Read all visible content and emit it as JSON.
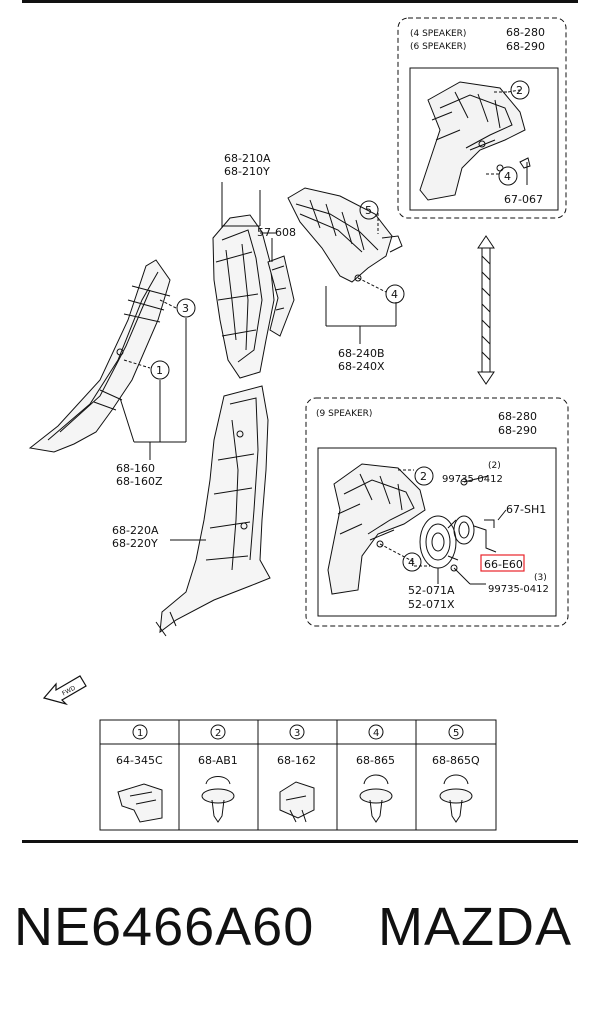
{
  "labels": {
    "top_variant": [
      "(4 SPEAKER)",
      "(6 SPEAKER)"
    ],
    "top_parts": [
      "68-280",
      "68-290"
    ],
    "top_clip": "67-067",
    "pillar_a": [
      "68-210A",
      "68-210Y"
    ],
    "part_57608": "57-608",
    "pillar_c": [
      "68-240B",
      "68-240X"
    ],
    "pillar_left": [
      "68-160",
      "68-160Z"
    ],
    "pillar_b": [
      "68-220A",
      "68-220Y"
    ],
    "bottom_variant": "(9 SPEAKER)",
    "bottom_parts": [
      "68-280",
      "68-290"
    ],
    "bolt_top": "99735-0412",
    "bolt_top_qty": "(2)",
    "harness": "67-SH1",
    "highlight_part": "66-E60",
    "speaker_parts": [
      "52-071A",
      "52-071X"
    ],
    "bolt_bottom": "99735-0412",
    "bolt_bottom_qty": "(3)",
    "fwd": "FWD"
  },
  "fasteners": [
    {
      "num": "1",
      "part": "64-345C"
    },
    {
      "num": "2",
      "part": "68-AB1"
    },
    {
      "num": "3",
      "part": "68-162"
    },
    {
      "num": "4",
      "part": "68-865"
    },
    {
      "num": "5",
      "part": "68-865Q"
    }
  ],
  "caption": {
    "part_number": "NE6466A60",
    "brand": "MAZDA"
  },
  "colors": {
    "highlight": "#e8232a",
    "line": "#111111"
  }
}
